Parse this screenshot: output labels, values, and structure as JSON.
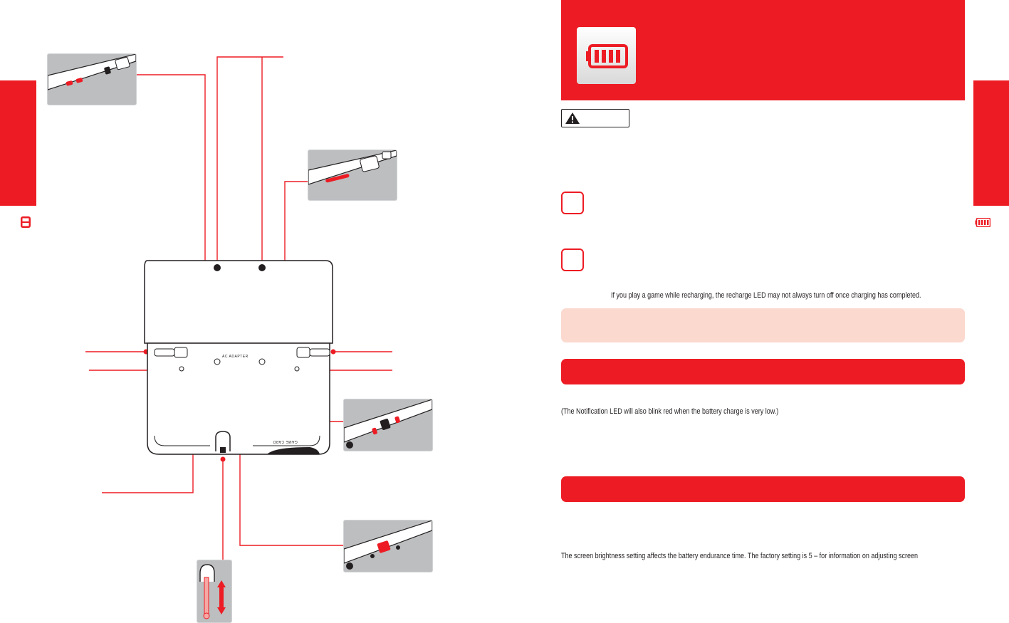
{
  "notes": {
    "recharge_tip": "If you play a game while recharging, the recharge LED may not always turn off once charging has completed.",
    "notification_led": "(The Notification LED will also blink red when the battery charge is very low.)",
    "brightness": "The screen brightness setting affects the battery endurance time. The factory setting is 5 – for information on adjusting screen"
  },
  "device_markings": {
    "ac_adapter": "AC ADAPTER",
    "game_card": "GAME CARD"
  },
  "icons": {
    "left_tab_icon": "console-icon",
    "right_tab_icon": "battery-icon",
    "header_icon": "battery-full-icon",
    "warning_icon": "warning-triangle-icon"
  },
  "colors": {
    "accent_red": "#ed1c24",
    "note_pink": "#fbd9cf",
    "device_gray": "#bcbec0"
  }
}
